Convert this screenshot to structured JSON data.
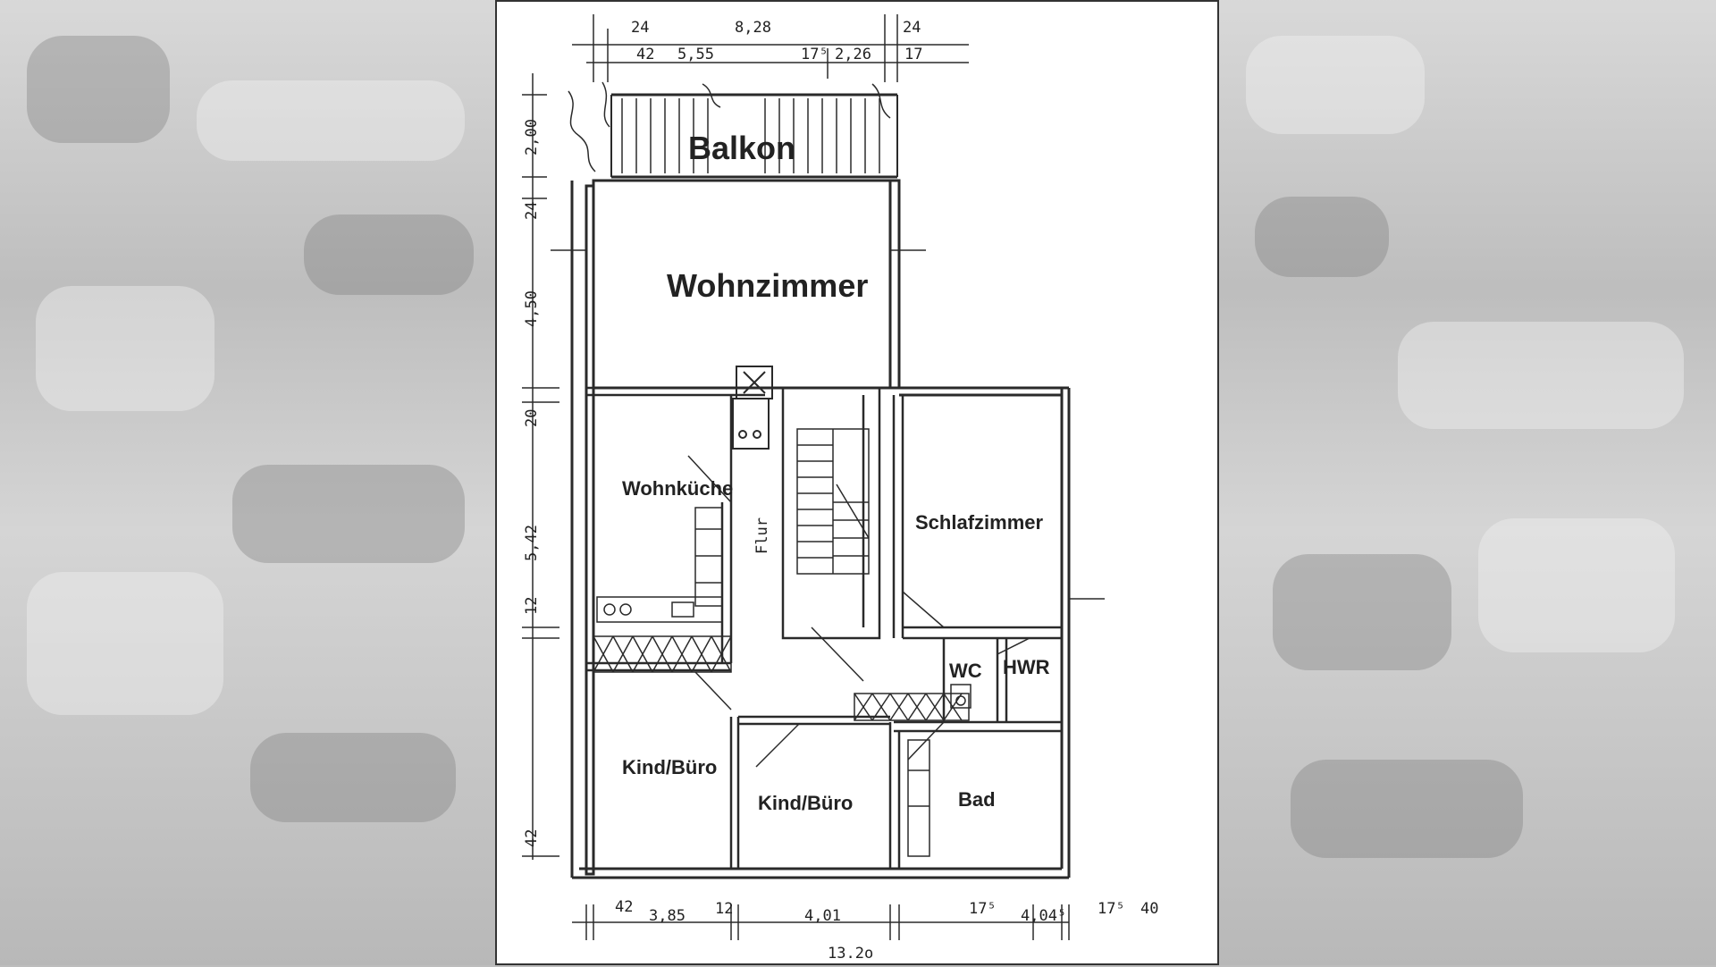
{
  "rooms": {
    "balkon": "Balkon",
    "wohnzimmer": "Wohnzimmer",
    "wohnkueche": "Wohnküche",
    "flur": "Flur",
    "schlafzimmer": "Schlafzimmer",
    "wc": "WC",
    "hwr": "HWR",
    "kind_buero_left": "Kind/Büro",
    "kind_buero_mid": "Kind/Büro",
    "bad": "Bad"
  },
  "dimensions": {
    "top": [
      "24",
      "8,28",
      "24",
      "42",
      "5,55",
      "17⁵",
      "2,26",
      "17"
    ],
    "left": [
      "2,00",
      "24",
      "4,50",
      "20",
      "5,42",
      "12",
      "42"
    ],
    "bottom": [
      "42",
      "3,85",
      "12",
      "4,01",
      "17⁵",
      "4,04⁵",
      "17⁵",
      "40"
    ],
    "total": "13.2o"
  }
}
